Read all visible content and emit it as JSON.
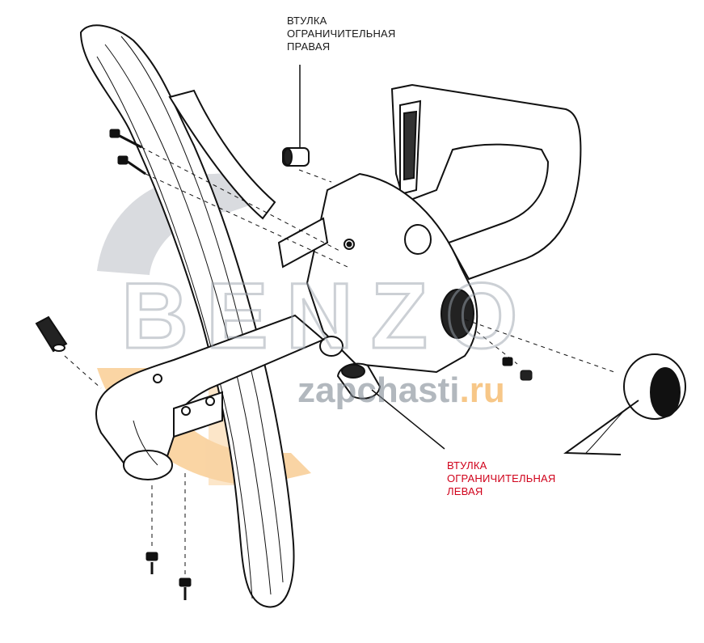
{
  "labels": {
    "right_bushing": [
      "ВТУЛКА",
      "ОГРАНИЧИТЕЛЬНАЯ",
      "ПРАВАЯ"
    ],
    "left_bushing": [
      "ВТУЛКА",
      "ОГРАНИЧИТЕЛЬНАЯ",
      "ЛЕВАЯ"
    ]
  },
  "watermark": {
    "brand": "BENZO",
    "site_main": "zapchasti",
    "site_tld": ".ru"
  },
  "colors": {
    "label_right": "#1a1a1a",
    "label_left": "#d0021b",
    "watermark_gray": "#9aa3ad",
    "watermark_orange": "#f2a33a",
    "line": "#111111"
  }
}
